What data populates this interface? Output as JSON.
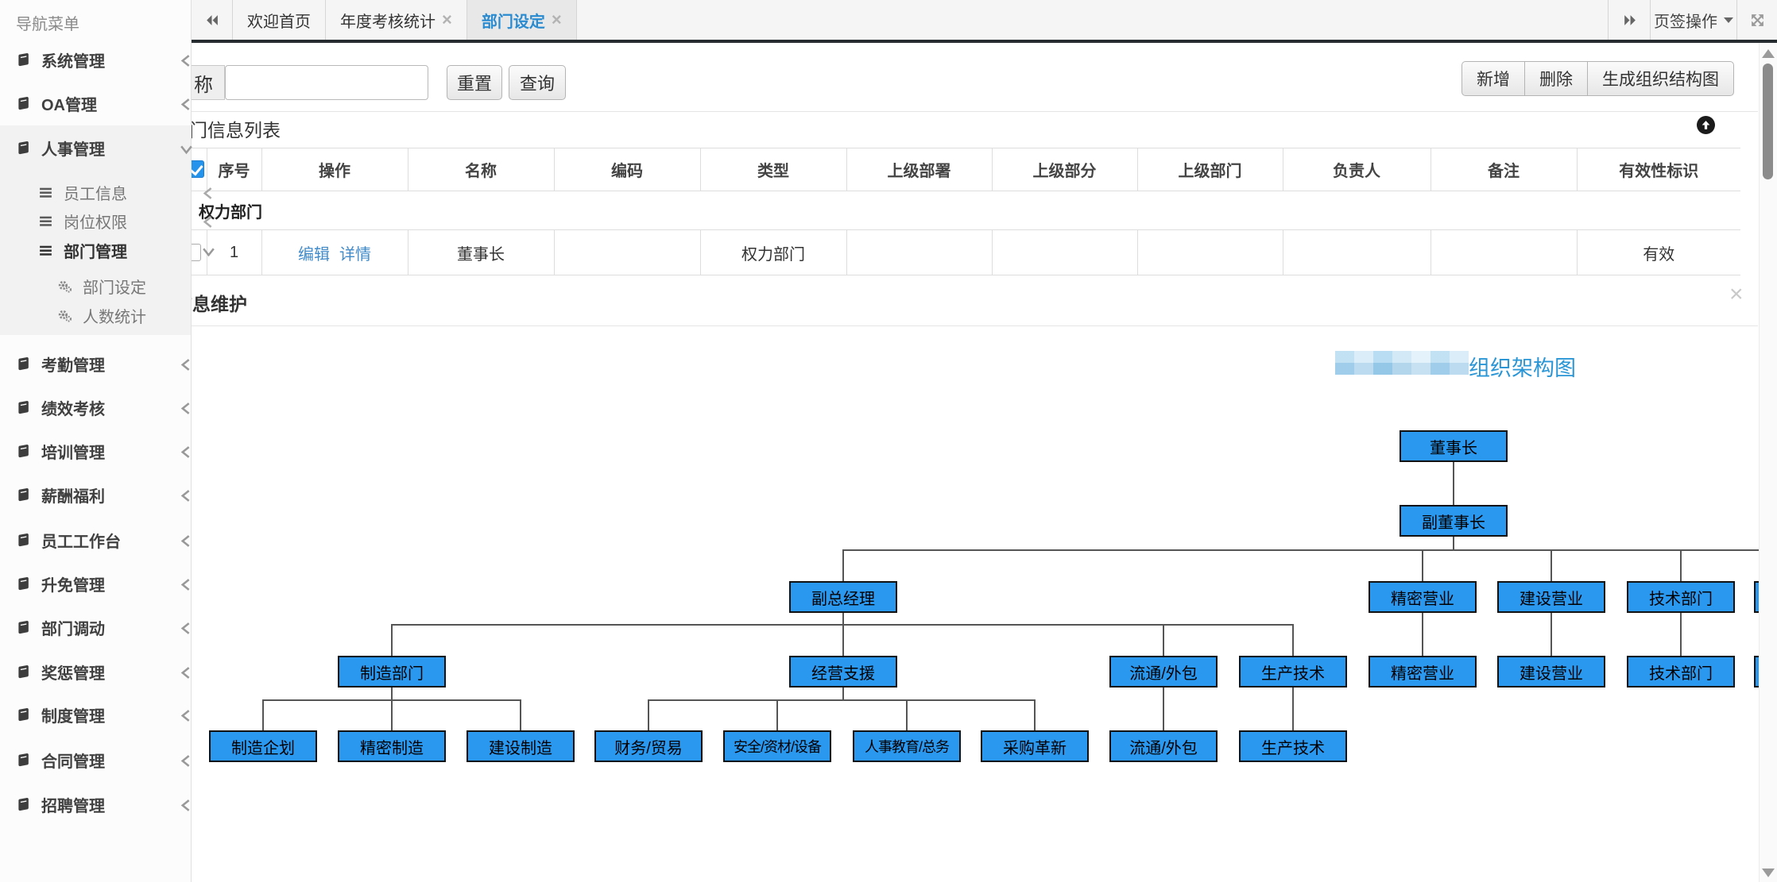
{
  "colors": {
    "accent_blue": "#2b98f0",
    "link_blue": "#428bca",
    "chart_title_blue": "#2b96d6",
    "active_tab_text": "#2a8bd0"
  },
  "sidebar": {
    "title": "导航菜单",
    "items": [
      {
        "label": "系统管理",
        "icon": "book",
        "level": 1,
        "chevron": "left"
      },
      {
        "label": "OA管理",
        "icon": "book",
        "level": 1,
        "chevron": "left"
      },
      {
        "label": "人事管理",
        "icon": "book",
        "level": 1,
        "chevron": "down"
      },
      {
        "label": "员工信息",
        "icon": "menu",
        "level": 2,
        "chevron": "left"
      },
      {
        "label": "岗位权限",
        "icon": "menu",
        "level": 2,
        "chevron": "left"
      },
      {
        "label": "部门管理",
        "icon": "menu",
        "level": 2,
        "chevron": "down"
      },
      {
        "label": "部门设定",
        "icon": "gears",
        "level": 3
      },
      {
        "label": "人数统计",
        "icon": "gears",
        "level": 3
      },
      {
        "label": "考勤管理",
        "icon": "book",
        "level": 1,
        "chevron": "left"
      },
      {
        "label": "绩效考核",
        "icon": "book",
        "level": 1,
        "chevron": "left"
      },
      {
        "label": "培训管理",
        "icon": "book",
        "level": 1,
        "chevron": "left"
      },
      {
        "label": "薪酬福利",
        "icon": "book",
        "level": 1,
        "chevron": "left"
      },
      {
        "label": "员工工作台",
        "icon": "book",
        "level": 1,
        "chevron": "left"
      },
      {
        "label": "升免管理",
        "icon": "book",
        "level": 1,
        "chevron": "left"
      },
      {
        "label": "部门调动",
        "icon": "book",
        "level": 1,
        "chevron": "left"
      },
      {
        "label": "奖惩管理",
        "icon": "book",
        "level": 1,
        "chevron": "left"
      },
      {
        "label": "制度管理",
        "icon": "book",
        "level": 1,
        "chevron": "left"
      },
      {
        "label": "合同管理",
        "icon": "book",
        "level": 1,
        "chevron": "left"
      },
      {
        "label": "招聘管理",
        "icon": "book",
        "level": 1,
        "chevron": "left"
      }
    ]
  },
  "tabbar": {
    "tabs": [
      {
        "label": "欢迎首页",
        "closable": false,
        "active": false
      },
      {
        "label": "年度考核统计",
        "closable": true,
        "active": false
      },
      {
        "label": "部门设定",
        "closable": true,
        "active": true
      }
    ],
    "menu_label": "页签操作"
  },
  "toolbar": {
    "field_label": "名称",
    "field_value": "",
    "reset_label": "重置",
    "query_label": "查询",
    "add_label": "新增",
    "delete_label": "删除",
    "generate_label": "生成组织结构图"
  },
  "list_panel": {
    "title": "部门信息列表"
  },
  "table": {
    "columns": [
      "序号",
      "操作",
      "名称",
      "编码",
      "类型",
      "上级部署",
      "上级部分",
      "上级部门",
      "负责人",
      "备注",
      "有效性标识"
    ],
    "group_label": "权力部门",
    "rows": [
      {
        "seq": "1",
        "edit": "编辑",
        "detail": "详情",
        "name": "董事长",
        "code": "",
        "type": "权力部门",
        "parent1": "",
        "parent2": "",
        "parent3": "",
        "manager": "",
        "remark": "",
        "valid": "有效"
      }
    ]
  },
  "maintain_panel": {
    "title": "信息维护"
  },
  "org_chart": {
    "title": "组织架构图",
    "nodes": [
      {
        "label": "董事长"
      },
      {
        "label": "副董事长"
      },
      {
        "label": "副总经理"
      },
      {
        "label": "精密营业"
      },
      {
        "label": "建设营业"
      },
      {
        "label": "技术部门"
      },
      {
        "label": "制造部门"
      },
      {
        "label": "经营支援"
      },
      {
        "label": "流通/外包"
      },
      {
        "label": "生产技术"
      },
      {
        "label": "精密营业"
      },
      {
        "label": "建设营业"
      },
      {
        "label": "技术部门"
      },
      {
        "label": "制造企划"
      },
      {
        "label": "精密制造"
      },
      {
        "label": "建设制造"
      },
      {
        "label": "财务/贸易"
      },
      {
        "label": "安全/资材/设备"
      },
      {
        "label": "人事教育/总务"
      },
      {
        "label": "采购革新"
      },
      {
        "label": "流通/外包"
      },
      {
        "label": "生产技术"
      }
    ]
  }
}
